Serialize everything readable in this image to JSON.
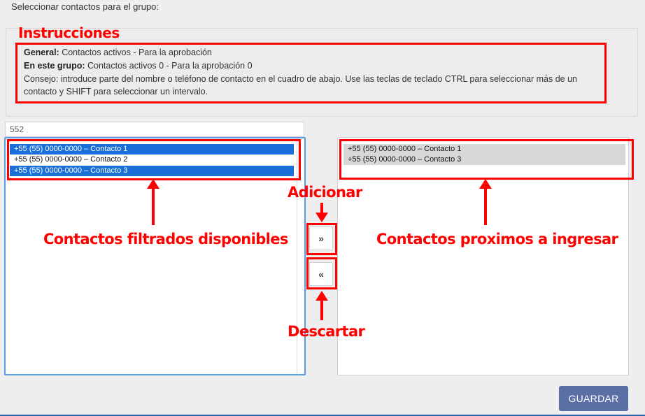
{
  "header": {
    "label": "Seleccionar contactos para el grupo:"
  },
  "instructions": {
    "title": "Instrucciones",
    "general_label": "General:",
    "general_text": " Contactos activos - Para la aprobación",
    "group_label": "En este grupo:",
    "group_text": " Contactos activos 0 - Para la aprobación 0",
    "tip_line1": "Consejo: introduce parte del nombre o teléfono de contacto en el cuadro de abajo. Use las teclas de teclado CTRL para seleccionar más de un",
    "tip_line2": "contacto y SHIFT para seleccionar un intervalo."
  },
  "search": {
    "value": "552"
  },
  "available": {
    "items": [
      {
        "label": "+55 (55) 0000-0000 – Contacto 1",
        "selected": true
      },
      {
        "label": "+55 (55) 0000-0000 – Contacto 2",
        "selected": false
      },
      {
        "label": "+55 (55) 0000-0000 – Contacto 3",
        "selected": true
      }
    ]
  },
  "incoming": {
    "items": [
      {
        "label": "+55 (55) 0000-0000 – Contacto 1"
      },
      {
        "label": "+55 (55) 0000-0000 – Contacto 3"
      }
    ]
  },
  "buttons": {
    "add_label": "»",
    "remove_label": "«",
    "save_label": "GUARDAR"
  },
  "annotations": {
    "add": "Adicionar",
    "remove": "Descartar",
    "available": "Contactos filtrados disponibles",
    "incoming": "Contactos proximos a ingresar"
  },
  "colors": {
    "annotation_red": "#ff0000",
    "selected_blue": "#1a6fd8",
    "save_button": "#5a6fa3",
    "focus_border": "#5b9be8"
  }
}
